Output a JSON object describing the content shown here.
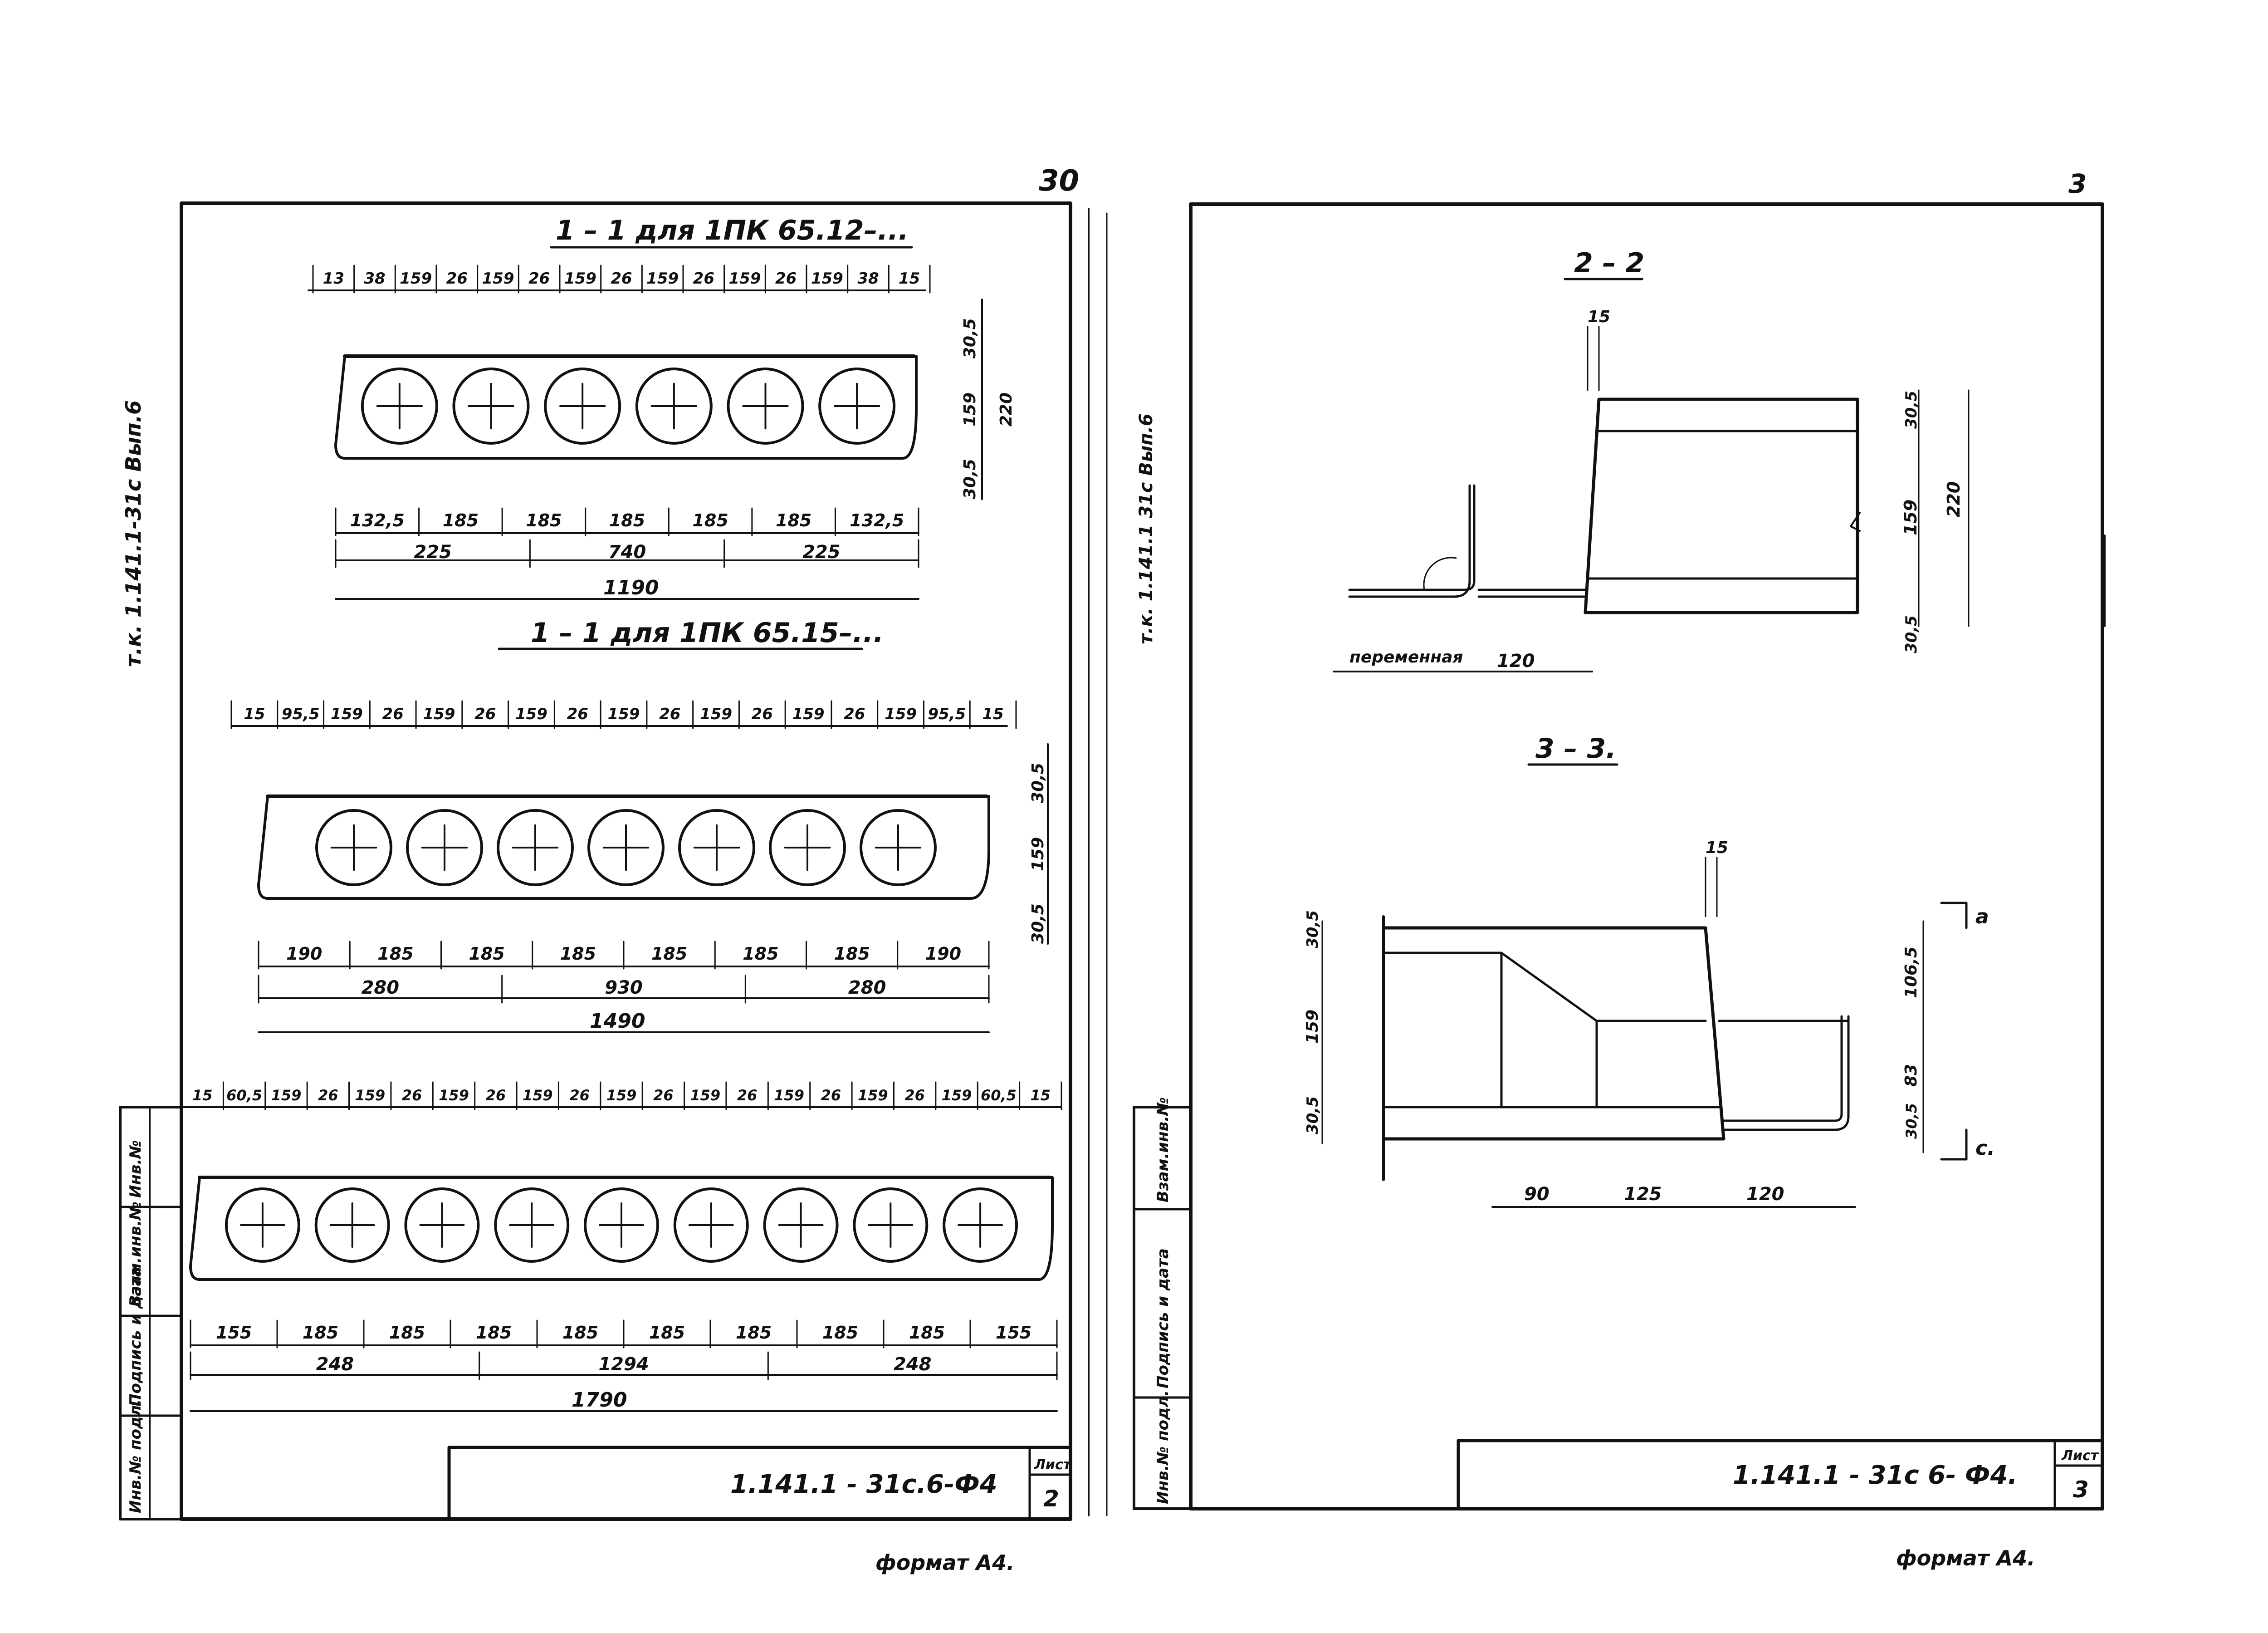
{
  "page_number_left": "30",
  "page_number_right": "3",
  "left_sheet": {
    "side_label": "т.к. 1.141.1-31с  Вып.6",
    "section_a": {
      "title": "1 – 1  для  1ПК 65.12–...",
      "top_dims": [
        "13",
        "38",
        "159",
        "26",
        "159",
        "26",
        "159",
        "26",
        "159",
        "26",
        "159",
        "26",
        "159",
        "38",
        "15"
      ],
      "height_dims": [
        "30,5",
        "159",
        "220",
        "30,5"
      ],
      "bottom_row1": [
        "132,5",
        "185",
        "185",
        "185",
        "185",
        "185",
        "132,5"
      ],
      "bottom_row2": [
        "225",
        "740",
        "225"
      ],
      "total": "1190",
      "voids": 6
    },
    "section_b": {
      "title": "1 – 1  для  1ПК 65.15–...",
      "top_dims": [
        "15",
        "95,5",
        "159",
        "26",
        "159",
        "26",
        "159",
        "26",
        "159",
        "26",
        "159",
        "26",
        "159",
        "26",
        "159",
        "95,5",
        "15"
      ],
      "height_dims": [
        "30,5",
        "159",
        "30,5"
      ],
      "bottom_row1": [
        "190",
        "185",
        "185",
        "185",
        "185",
        "185",
        "185",
        "190"
      ],
      "bottom_row2": [
        "280",
        "930",
        "280"
      ],
      "total": "1490",
      "voids": 7
    },
    "section_c": {
      "top_dims": [
        "15",
        "60,5",
        "159",
        "26",
        "159",
        "26",
        "159",
        "26",
        "159",
        "26",
        "159",
        "26",
        "159",
        "26",
        "159",
        "26",
        "159",
        "26",
        "159",
        "60,5",
        "15"
      ],
      "bottom_row1": [
        "155",
        "185",
        "185",
        "185",
        "185",
        "185",
        "185",
        "185",
        "185",
        "155"
      ],
      "bottom_row2": [
        "248",
        "1294",
        "248"
      ],
      "total": "1790",
      "voids": 9
    },
    "stamp_side": [
      "Инв.№ подл.",
      "Подпись и дата",
      "Взам.инв.№",
      "Инв.№"
    ],
    "stamp_code": "1.141.1 - 31с.6-Ф4",
    "sheet_label": "Лист",
    "sheet_number": "2",
    "format": "формат А4."
  },
  "right_sheet": {
    "side_label": "т.к. 1.141.1  31с  Вып.6",
    "section_22": {
      "title": "2 – 2",
      "dims": [
        "15",
        "30,5",
        "159",
        "220",
        "30,5"
      ],
      "bottom_labels": [
        "переменная",
        "120"
      ]
    },
    "section_33": {
      "title": "3 – 3.",
      "dims": [
        "15",
        "30,5",
        "159",
        "30,5",
        "106,5",
        "83",
        "30,5"
      ],
      "bottom_labels": [
        "90",
        "125",
        "120"
      ],
      "cut_marks": [
        "а",
        "с."
      ]
    },
    "stamp_side": [
      "Инв.№ подл.",
      "Подпись и дата",
      "Взам.инв.№"
    ],
    "stamp_code": "1.141.1 - 31с 6- Ф4.",
    "sheet_label": "Лист",
    "sheet_number": "3",
    "format": "формат А4."
  }
}
